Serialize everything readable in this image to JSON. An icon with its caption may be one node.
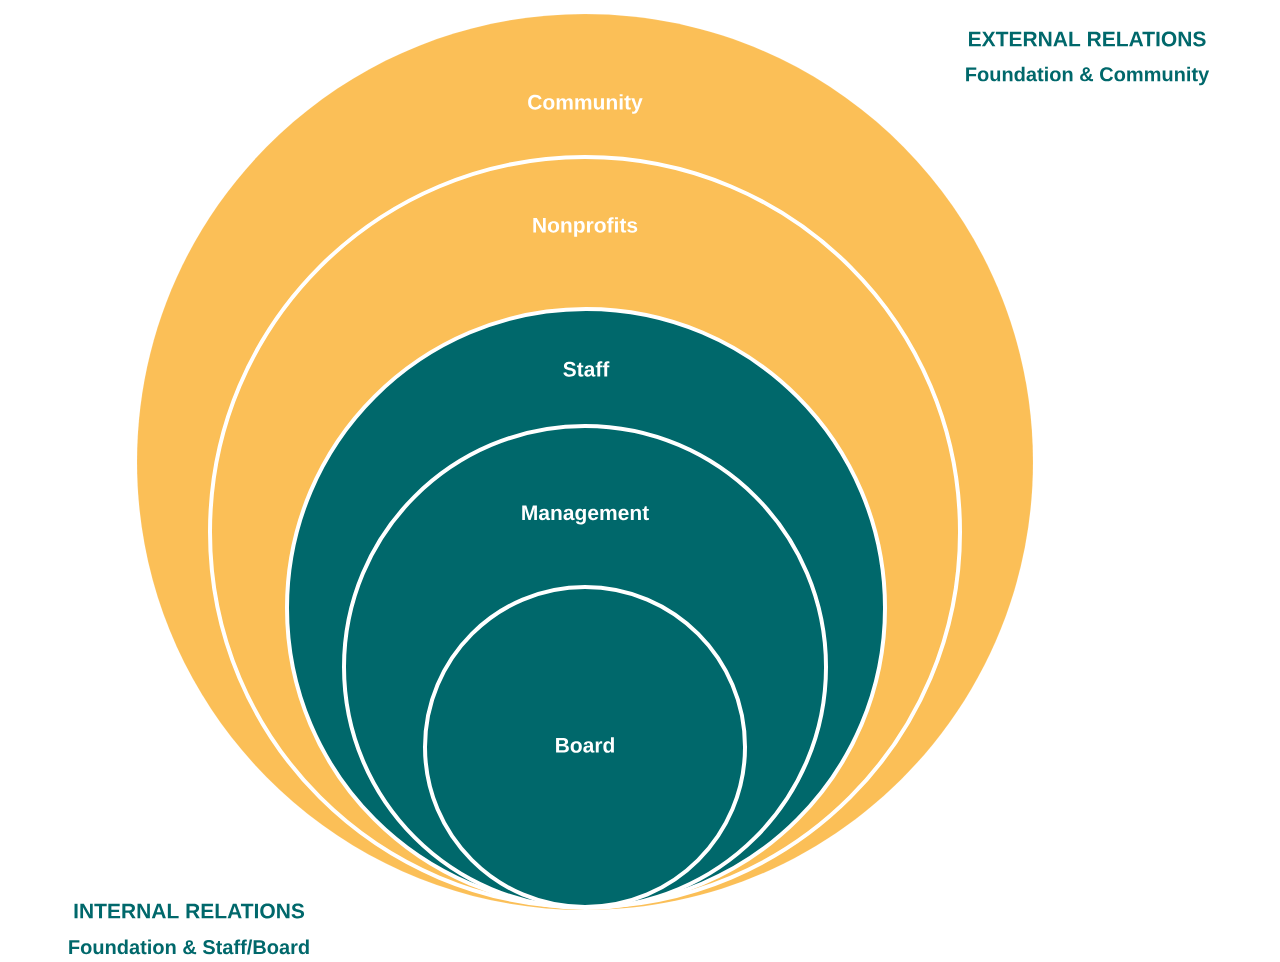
{
  "diagram": {
    "nodes": [
      {
        "text": [
          "Community"
        ]
      },
      {
        "text": [
          "Nonprofits"
        ],
        "in": 0
      },
      {
        "text": [
          "Staff"
        ],
        "in": 1
      },
      {
        "text": [
          "Management"
        ],
        "in": 2
      },
      {
        "text": [
          "Board"
        ],
        "in": 3
      }
    ],
    "labels": [
      "EXTERNAL RELATIONS",
      "Foundation & Community",
      "INTERNAL RELATIONS",
      "Foundation & Staff/Board"
    ]
  }
}
